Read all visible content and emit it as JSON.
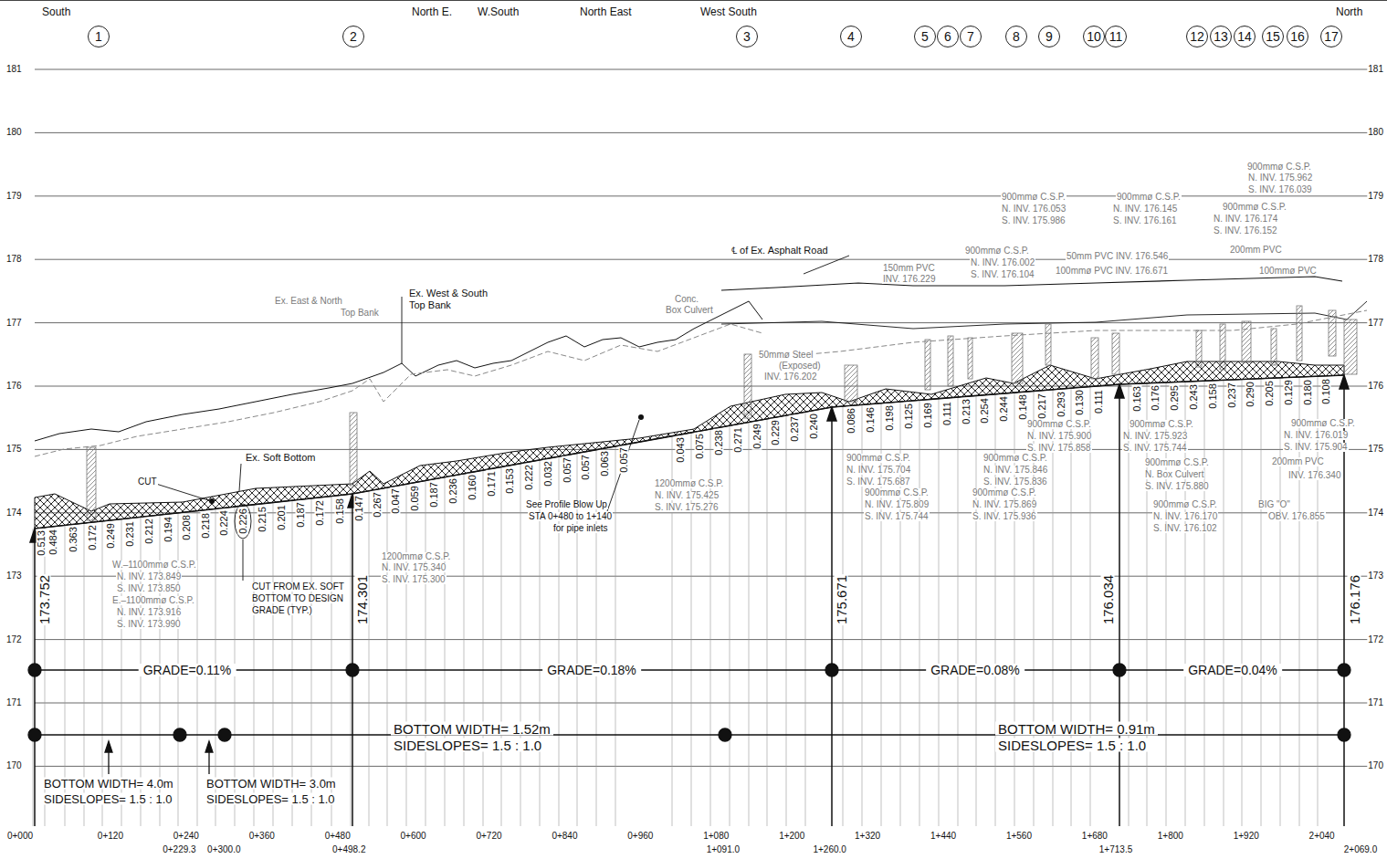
{
  "diagram": {
    "nodes": [
      {
        "text": [
          "1"
        ]
      },
      {
        "text": [
          "2"
        ]
      },
      {
        "text": [
          "3"
        ]
      },
      {
        "text": [
          "4"
        ]
      },
      {
        "text": [
          "5"
        ]
      },
      {
        "text": [
          "6"
        ]
      },
      {
        "text": [
          "7"
        ]
      },
      {
        "text": [
          "8"
        ]
      },
      {
        "text": [
          "9"
        ]
      },
      {
        "text": [
          "10"
        ]
      },
      {
        "text": [
          "11"
        ]
      },
      {
        "text": [
          "12"
        ]
      },
      {
        "text": [
          "13"
        ]
      },
      {
        "text": [
          "14"
        ]
      },
      {
        "text": [
          "15"
        ]
      },
      {
        "text": [
          "16"
        ]
      },
      {
        "text": [
          "17"
        ]
      }
    ],
    "labels": [
      "South",
      "North E.",
      "W.South",
      "North East",
      "West South",
      "North",
      "181",
      "180",
      "179",
      "178",
      "177",
      "176",
      "175",
      "174",
      "173",
      "172",
      "171",
      "170",
      "181",
      "180",
      "179",
      "178",
      "177",
      "176",
      "175",
      "174",
      "173",
      "172",
      "171",
      "170",
      "0+000",
      "0+120",
      "0+240",
      "0+360",
      "0+480",
      "0+600",
      "0+720",
      "0+840",
      "0+960",
      "1+080",
      "1+200",
      "1+320",
      "1+440",
      "1+560",
      "1+680",
      "1+800",
      "1+920",
      "2+040",
      "0+229.3",
      "0+300.0",
      "0+498.2",
      "1+091.0",
      "1+260.0",
      "1+713.5",
      "2+069.0",
      "173.752",
      "174.301",
      "175.671",
      "176.034",
      "176.176",
      "GRADE=0.11%",
      "GRADE=0.18%",
      "GRADE=0.08%",
      "GRADE=0.04%",
      "BOTTOM WIDTH= 4.0m",
      "SIDESLOPES= 1.5 : 1.0",
      "BOTTOM WIDTH= 3.0m",
      "SIDESLOPES= 1.5 : 1.0",
      "BOTTOM WIDTH= 1.52m",
      "SIDESLOPES= 1.5 : 1.0",
      "BOTTOM WIDTH= 0.91m",
      "SIDESLOPES= 1.5 : 1.0",
      "0.513",
      "0.484",
      "0.363",
      "0.172",
      "0.249",
      "0.231",
      "0.212",
      "0.194",
      "0.208",
      "0.218",
      "0.224",
      "0.226",
      "0.215",
      "0.201",
      "0.187",
      "0.172",
      "0.158",
      "0.147",
      "0.267",
      "0.047",
      "0.059",
      "0.187",
      "0.236",
      "0.160",
      "0.171",
      "0.153",
      "0.222",
      "0.032",
      "0.057",
      "0.057",
      "0.063",
      "0.057",
      "0.043",
      "0.075",
      "0.238",
      "0.271",
      "0.249",
      "0.229",
      "0.237",
      "0.240",
      "0.086",
      "0.146",
      "0.198",
      "0.125",
      "0.169",
      "0.111",
      "0.213",
      "0.254",
      "0.244",
      "0.148",
      "0.217",
      "0.293",
      "0.130",
      "0.111",
      "0.163",
      "0.176",
      "0.295",
      "0.243",
      "0.158",
      "0.237",
      "0.290",
      "0.205",
      "0.129",
      "0.180",
      "0.108",
      "CUT",
      "Ex. Soft Bottom",
      "Ex. West & South",
      "Top Bank",
      "℄ of Ex. Asphalt Road",
      "See Profile Blow Up",
      "STA 0+480 to 1+140",
      "for pipe inlets",
      "CUT FROM EX. SOFT",
      "BOTTOM TO DESIGN",
      "GRADE (TYP.)",
      "Ex. East & North",
      "Top Bank",
      "Conc.",
      "Box Culvert",
      "50mmø Steel",
      "(Exposed)",
      "INV. 176.202",
      "1200mmø C.S.P.",
      "N. INV. 175.425",
      "S. INV. 175.276",
      "W.–1100mmø C.S.P.",
      "N. INV. 173.849",
      "S. INV. 173.850",
      "E.–1100mmø C.S.P.",
      "N. INV. 173.916",
      "S. INV. 173.990",
      "1200mmø C.S.P.",
      "N. INV. 175.340",
      "S. INV. 175.300",
      "150mm PVC",
      "INV. 176.229",
      "900mmø C.S.P.",
      "N. INV. 176.053",
      "S. INV. 175.986",
      "900mmø C.S.P.",
      "N. INV. 176.002",
      "S. INV. 176.104",
      "900mmø C.S.P.",
      "N. INV. 176.145",
      "S. INV. 176.161",
      "50mm PVC INV. 176.546",
      "100mmø PVC INV. 176.671",
      "900mmø C.S.P.",
      "N. INV. 176.174",
      "S. INV. 176.152",
      "900mmø C.S.P.",
      "N. INV. 175.962",
      "S. INV. 176.039",
      "200mm PVC",
      "100mmø PVC",
      "900mmø C.S.P.",
      "N. INV. 175.704",
      "S. INV. 175.687",
      "900mmø C.S.P.",
      "N. INV. 175.809",
      "S. INV. 175.744",
      "900mmø C.S.P.",
      "N. INV. 175.846",
      "S. INV. 175.836",
      "900mmø C.S.P.",
      "N. INV. 175.869",
      "S. INV. 175.936",
      "900mmø C.S.P.",
      "N. INV. 175.900",
      "S. INV. 175.858",
      "900mmø C.S.P.",
      "N. INV. 175.923",
      "S. INV. 175.744",
      "900mmø C.S.P.",
      "N. Box Culvert",
      "S. INV. 175.880",
      "900mmø C.S.P.",
      "N. INV. 176.170",
      "S. INV. 176.102",
      "900mmø C.S.P.",
      "N. INV. 176.019",
      "S. INV. 175.904",
      "200mm PVC",
      "INV. 176.340",
      "BIG \"O\"",
      "OBV. 176.855"
    ]
  }
}
